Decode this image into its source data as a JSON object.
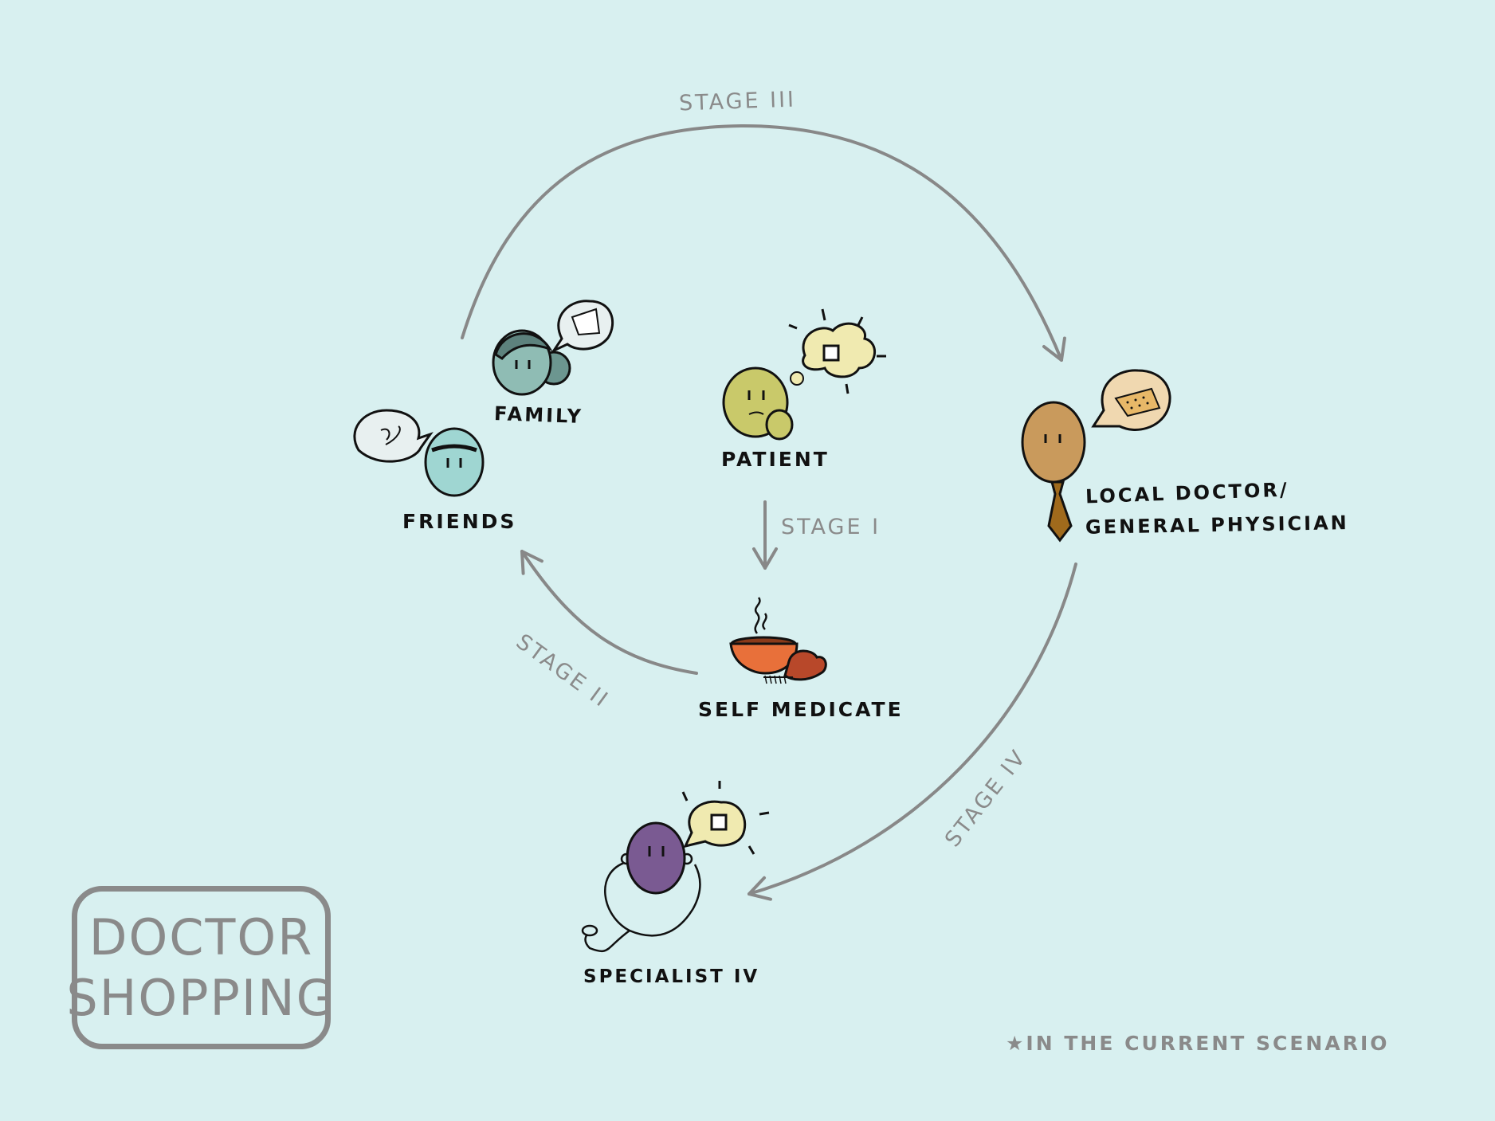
{
  "title": {
    "line1": "DOCTOR",
    "line2": "SHOPPING"
  },
  "nodes": {
    "patient": "PATIENT",
    "family": "FAMILY",
    "friends": "FRIENDS",
    "self_medicate": "SELF MEDICATE",
    "local_doctor_line1": "LOCAL DOCTOR/",
    "local_doctor_line2": "GENERAL PHYSICIAN",
    "specialist": "SPECIALIST IV"
  },
  "stages": {
    "stage1": "STAGE I",
    "stage2": "STAGE II",
    "stage3": "STAGE III",
    "stage4": "STAGE IV"
  },
  "footnote": "★IN THE CURRENT SCENARIO",
  "colors": {
    "background": "#d8f0f0",
    "arrow": "#888888",
    "patient": "#c9c96a",
    "family": "#8fbcb4",
    "friends": "#9fd6d2",
    "doctor": "#c99a5c",
    "tie": "#a06a1c",
    "specialist": "#7a5a92",
    "bowl": "#e8703a",
    "thought": "#f0eab0"
  }
}
